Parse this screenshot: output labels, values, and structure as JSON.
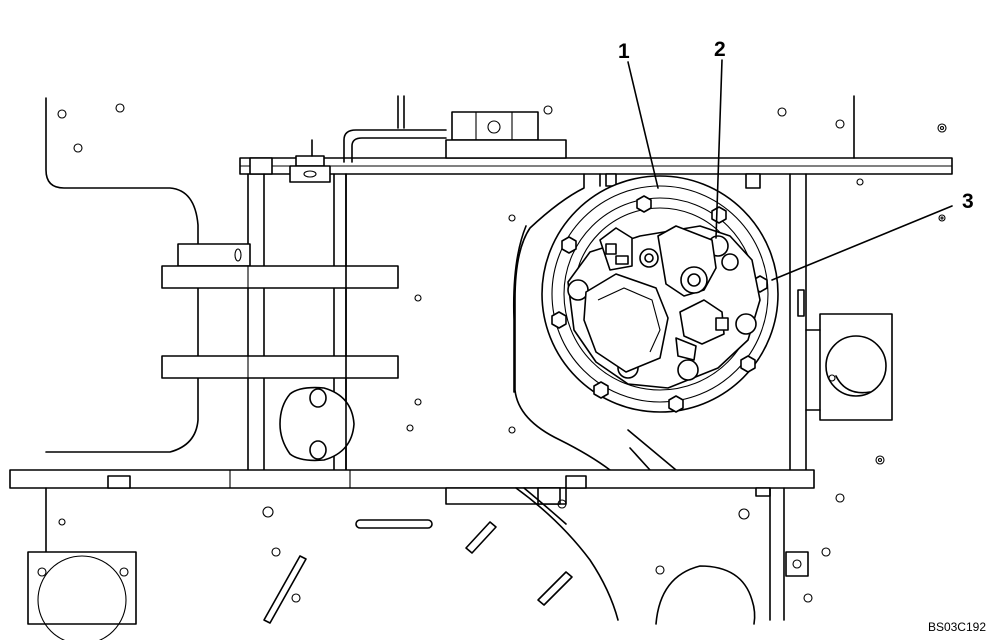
{
  "callouts": [
    {
      "id": "1",
      "label": "1"
    },
    {
      "id": "2",
      "label": "2"
    },
    {
      "id": "3",
      "label": "3"
    }
  ],
  "figure_ref": "BS03C192",
  "colors": {
    "line": "#000000",
    "background": "#ffffff"
  }
}
